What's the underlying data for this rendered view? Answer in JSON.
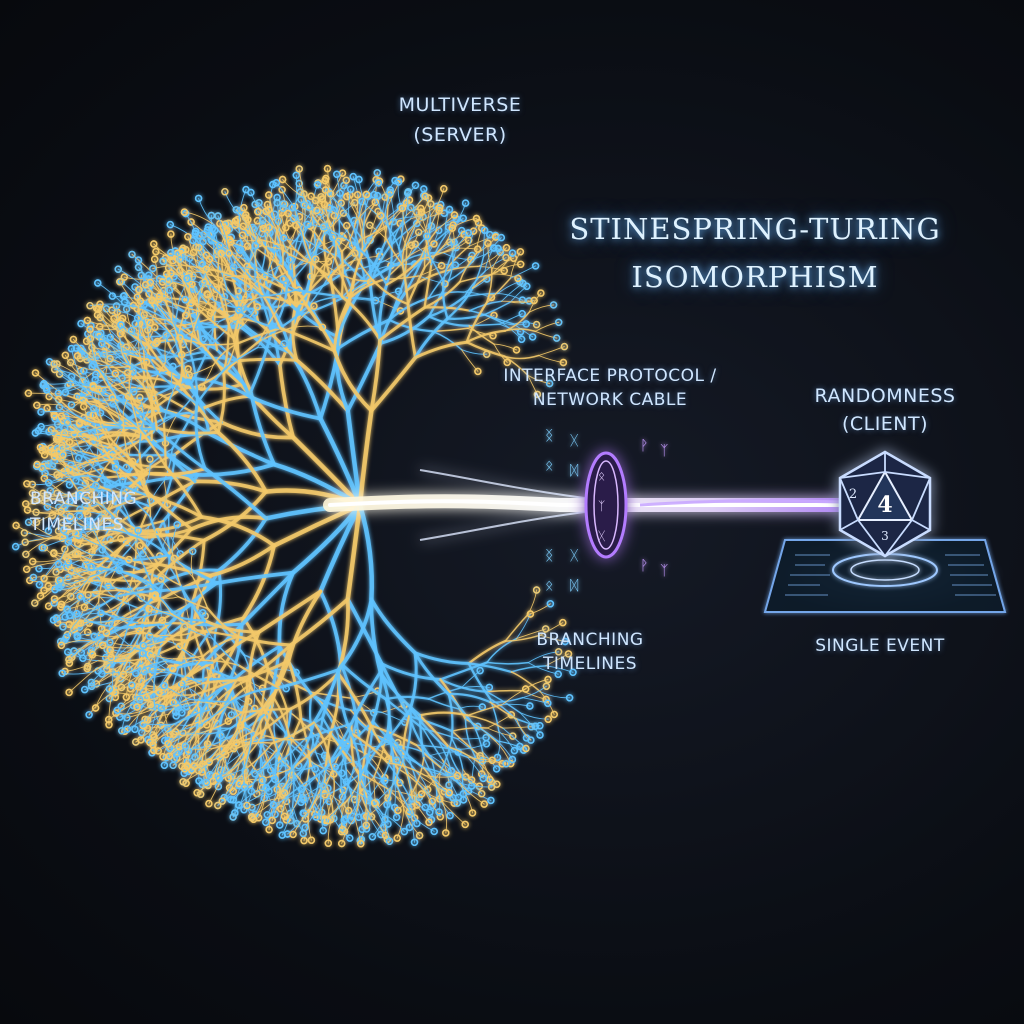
{
  "title": {
    "line1": "STINESPRING-TURING",
    "line2": "ISOMORPHISM"
  },
  "multiverse": {
    "name": "MULTIVERSE",
    "role": "(SERVER)"
  },
  "branching_left": {
    "line1": "BRANCHING",
    "line2": "TIMELINES"
  },
  "interface": {
    "line1": "INTERFACE PROTOCOL /",
    "line2": "NETWORK CABLE"
  },
  "randomness": {
    "name": "RANDOMNESS",
    "role": "(CLIENT)"
  },
  "branching_bottom": {
    "line1": "BRANCHING",
    "line2": "TIMELINES"
  },
  "single_event": "SINGLE EVENT",
  "die": {
    "top_value": "4",
    "left_value": "2",
    "bottom_value": "3"
  },
  "colors": {
    "background": "#0b0e14",
    "timeline_blue": "#5fc3ff",
    "timeline_gold": "#f3c969",
    "cable_white": "#f4f0ff",
    "connector_purple": "#a66bff",
    "die_glow": "#8fb8ff"
  }
}
